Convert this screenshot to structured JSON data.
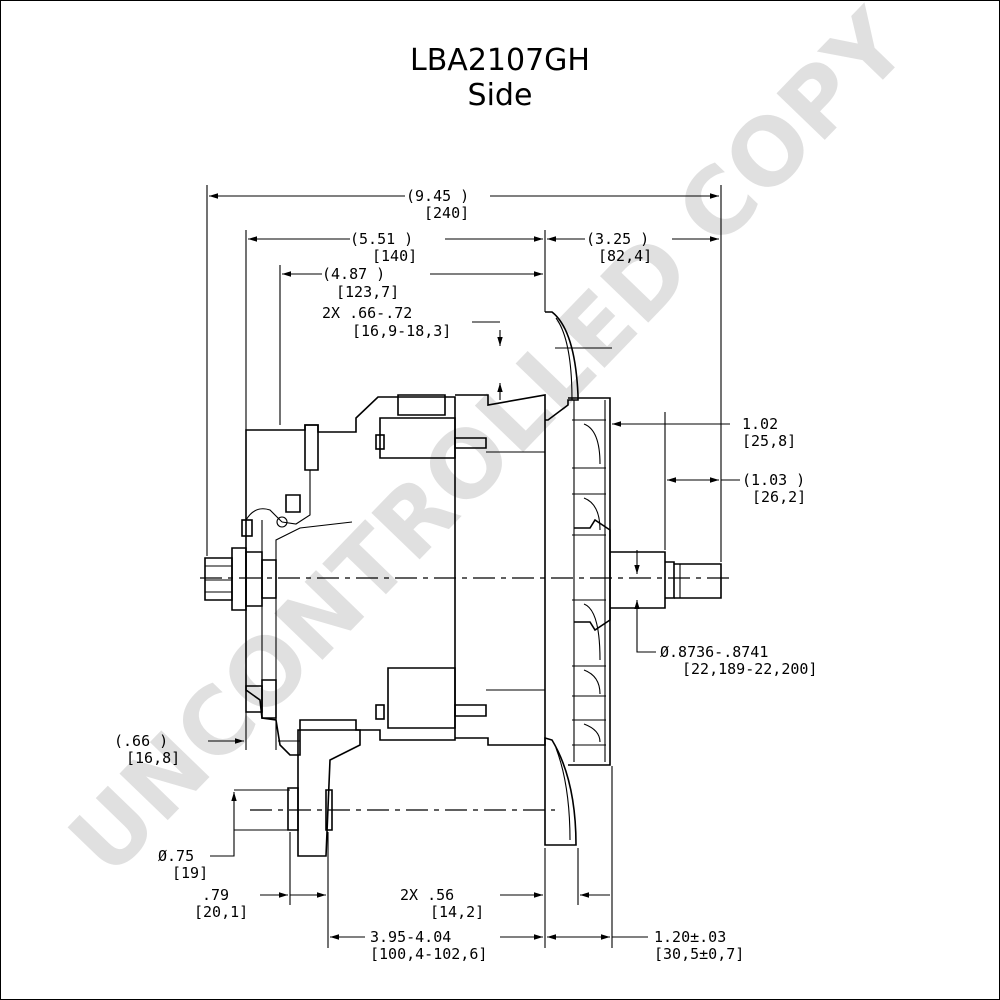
{
  "title": {
    "part_number": "LBA2107GH",
    "view": "Side"
  },
  "watermark": "UNCONTROLLED COPY",
  "dimensions": {
    "overall": {
      "inch": "(9.45 )",
      "mm": "[240]"
    },
    "rear_to_mount": {
      "inch": "(5.51 )",
      "mm": "[140]"
    },
    "mount_to_shaft": {
      "inch": "(3.25 )",
      "mm": "[82,4]"
    },
    "housing_depth": {
      "inch": "(4.87 )",
      "mm": "[123,7]"
    },
    "slot_width": {
      "inch": "2X .66-.72",
      "mm": "[16,9-18,3]"
    },
    "fan_to_shaft": {
      "inch": "1.02",
      "mm": "[25,8]"
    },
    "shaft_length": {
      "inch": "(1.03 )",
      "mm": "[26,2]"
    },
    "shaft_diameter": {
      "inch": "Ø.8736-.8741",
      "mm": "[22,189-22,200]"
    },
    "terminal_offset": {
      "inch": "(.66 )",
      "mm": "[16,8]"
    },
    "bolt_hole": {
      "inch": "Ø.75",
      "mm": "[19]"
    },
    "foot_width": {
      "inch": ".79",
      "mm": "[20,1]"
    },
    "ear_width": {
      "inch": "2X .56",
      "mm": "[14,2]"
    },
    "foot_span": {
      "inch": "3.95-4.04",
      "mm": "[100,4-102,6]"
    },
    "pulley_offset": {
      "inch": "1.20±.03",
      "mm": "[30,5±0,7]"
    }
  }
}
